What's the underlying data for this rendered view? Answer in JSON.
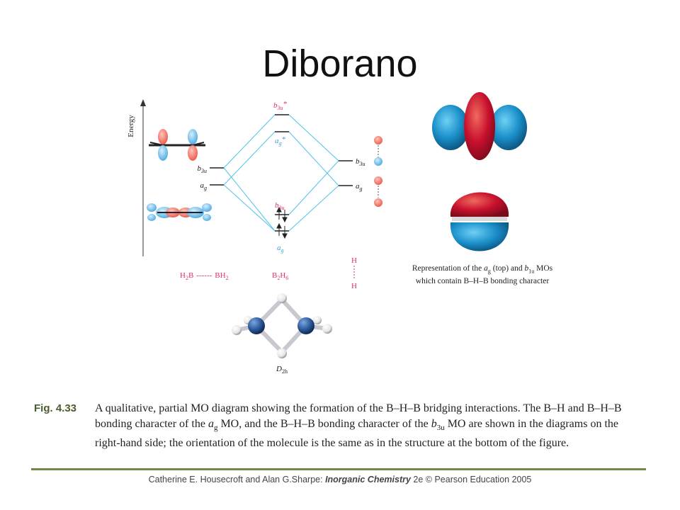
{
  "slide": {
    "title": "Diborano"
  },
  "diagram": {
    "energy_label": "Energy",
    "left_levels": [
      {
        "name": "b3u",
        "main": "b",
        "sub": "3u"
      },
      {
        "name": "ag",
        "main": "a",
        "sub": "g"
      }
    ],
    "center_levels": [
      {
        "name": "b3u*",
        "main": "b",
        "sub": "3u",
        "sup": "*"
      },
      {
        "name": "ag*",
        "main": "a",
        "sub": "g",
        "sup": "*"
      },
      {
        "name": "b3u",
        "main": "b",
        "sub": "3u"
      },
      {
        "name": "ag",
        "main": "a",
        "sub": "g"
      }
    ],
    "right_levels": [
      {
        "name": "b3u",
        "main": "b",
        "sub": "3u"
      },
      {
        "name": "ag",
        "main": "a",
        "sub": "g"
      }
    ],
    "fragment_left": {
      "a": "H",
      "a_sub": "2",
      "b": "B",
      "dash": "------",
      "c": "BH",
      "c_sub": "2"
    },
    "fragment_center": {
      "a": "B",
      "a_sub": "2",
      "b": "H",
      "b_sub": "6"
    },
    "fragment_right": {
      "top": "H",
      "bottom": "H"
    },
    "symmetry": {
      "main": "D",
      "sub": "2h"
    }
  },
  "representation": {
    "line1_a": "Representation of the ",
    "line1_ag": "a",
    "line1_ag_sub": "g",
    "line1_b": " (top) and ",
    "line1_b1u": "b",
    "line1_b1u_sub": "1u",
    "line1_c": " MOs",
    "line2": "which contain B–H–B bonding character"
  },
  "figure": {
    "number": "Fig. 4.33",
    "text_a": "A qualitative, partial MO diagram showing the formation of the B–H–B bridging interactions. The B–H and B–H–B bonding character of the ",
    "ag": "a",
    "ag_sub": "g",
    "text_b": " MO, and the B–H–B bonding character of the ",
    "b3u": "b",
    "b3u_sub": "3u",
    "text_c": " MO are shown in the diagrams on the right-hand side; the orientation of the molecule is the same as in the structure at the bottom of the figure."
  },
  "footer": {
    "authors": "Catherine E. Housecroft and Alan G.Sharpe: ",
    "book": "Inorganic Chemistry",
    "rest": " 2e © Pearson Education 2005"
  },
  "colors": {
    "correlation_line": "#4fc3e8",
    "orbital_red": "#e8584a",
    "orbital_blue": "#4aa8e0",
    "mo_red": "#c8102e",
    "mo_blue": "#1a8fc9",
    "boron": "#2d5a9a",
    "label_pink": "#e0306e"
  }
}
